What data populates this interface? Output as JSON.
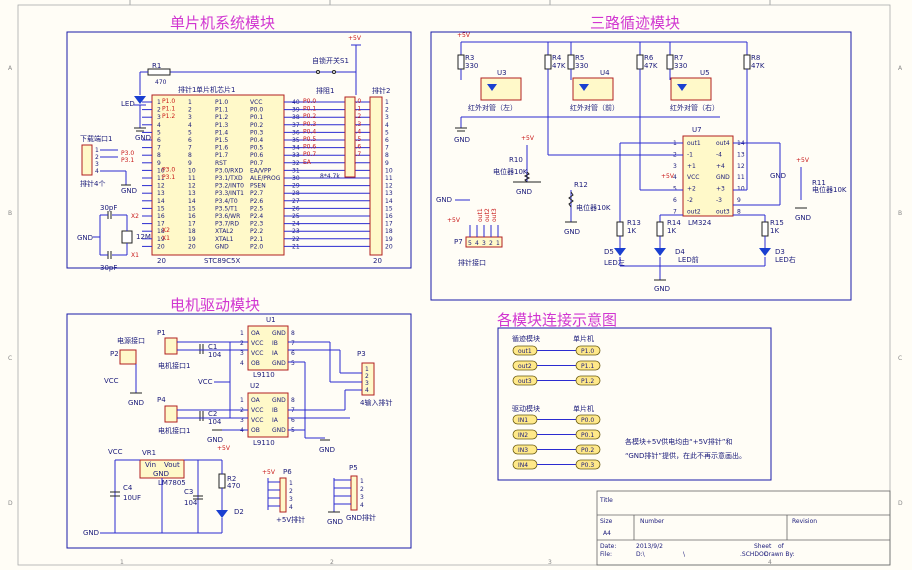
{
  "titles": {
    "mcu": "单片机系统模块",
    "track": "三路循迹模块",
    "motor": "电机驱动模块",
    "connect": "各模块连接示意图"
  },
  "mcu": {
    "chip_label": "单片机芯片1",
    "chip_part": "STC89C5X",
    "header1": "排针1",
    "header2": "排针2",
    "header3": "排阻1",
    "header_right": "排针2",
    "download_port": "下载端口1",
    "header4": "排针4个",
    "r1": "R1",
    "r1_val": "470",
    "led": "LED",
    "switch": "自锁开关S1",
    "plus5v": "+5V",
    "gnd": "GND",
    "rp": "8*4.7k",
    "x2": "X2",
    "x1": "X1",
    "c30a": "30pF",
    "c30b": "30pF",
    "crystal": "12M",
    "left_pins": [
      "P1.0",
      "P1.1",
      "P1.2",
      "P1.3",
      "P1.4",
      "P1.5",
      "P1.6",
      "P1.7",
      "RST",
      "P3.0/RXD",
      "P3.1/TXD",
      "P3.2/INT0",
      "P3.3/INT1",
      "P3.4/T0",
      "P3.5/T1",
      "P3.6/WR",
      "P3.7/RD",
      "XTAL2",
      "XTAL1",
      "GND"
    ],
    "right_pins": [
      "VCC",
      "P0.0",
      "P0.1",
      "P0.2",
      "P0.3",
      "P0.4",
      "P0.5",
      "P0.6",
      "P0.7",
      "EA/VPP",
      "ALE/PROG",
      "PSEN",
      "P2.7",
      "P2.6",
      "P2.5",
      "P2.4",
      "P2.3",
      "P2.2",
      "P2.1",
      "P2.0"
    ],
    "left_nums": [
      "1",
      "2",
      "3",
      "4",
      "5",
      "6",
      "7",
      "8",
      "9",
      "10",
      "11",
      "12",
      "13",
      "14",
      "15",
      "16",
      "17",
      "18",
      "19",
      "20"
    ],
    "right_nums": [
      "40",
      "39",
      "38",
      "37",
      "36",
      "35",
      "34",
      "33",
      "32",
      "31",
      "30",
      "29",
      "28",
      "27",
      "26",
      "25",
      "24",
      "23",
      "22",
      "21"
    ],
    "left_nets": [
      "P1.0",
      "P1.1",
      "P1.2",
      "",
      "",
      "",
      "",
      "",
      "",
      "P3.0",
      "P3.1",
      "",
      "",
      "",
      "",
      "",
      "",
      "X2",
      "X1",
      ""
    ],
    "right_nets": [
      "P0.0",
      "P0.1",
      "P0.2",
      "P0.3",
      "P0.4",
      "P0.5",
      "P0.6",
      "P0.7",
      "EA"
    ],
    "dl_nets": [
      "P3.0",
      "P3.1"
    ],
    "dl_nums": [
      "1",
      "2",
      "3",
      "4"
    ],
    "hdr_nums": [
      "1",
      "2",
      "3",
      "4",
      "5",
      "6",
      "7",
      "8",
      "9",
      "10",
      "11",
      "12",
      "13",
      "14",
      "15",
      "16",
      "17",
      "18",
      "19",
      "20"
    ],
    "pin_total": "20"
  },
  "track": {
    "r3": "R3",
    "r3v": "330",
    "r4": "R4",
    "r4v": "47K",
    "r5": "R5",
    "r5v": "330",
    "r6": "R6",
    "r6v": "47K",
    "r7": "R7",
    "r7v": "330",
    "r8": "R8",
    "r8v": "47K",
    "u3": "U3",
    "u4": "U4",
    "u5": "U5",
    "ir_left": "红外对管（左）",
    "ir_mid": "红外对管（前）",
    "ir_right": "红外对管（右）",
    "gnd": "GND",
    "plus5v": "+5V",
    "r10": "R10",
    "pot10": "电位器10K",
    "r12": "R12",
    "pot12": "电位器10K",
    "r11": "R11",
    "pot11": "电位器10K",
    "u7": "U7",
    "lm324": "LM324",
    "lm_left": [
      "out1",
      "-1",
      "+1",
      "VCC",
      "+2",
      "-2",
      "out2"
    ],
    "lm_right": [
      "out4",
      "-4",
      "+4",
      "GND",
      "+3",
      "-3",
      "out3"
    ],
    "lm_lnum": [
      "1",
      "2",
      "3",
      "4",
      "5",
      "6",
      "7"
    ],
    "lm_rnum": [
      "14",
      "13",
      "12",
      "11",
      "10",
      "9",
      "8"
    ],
    "r13": "R13",
    "r13v": "1K",
    "r14": "R14",
    "r14v": "1K",
    "r15": "R15",
    "r15v": "1K",
    "d5": "D5",
    "d5l": "LED左",
    "d4": "D4",
    "d4l": "LED前",
    "d3": "D3",
    "d3l": "LED右",
    "p7": "P7",
    "p7label": "排针接口",
    "p7pins": [
      "5",
      "4",
      "3",
      "2",
      "1"
    ],
    "p7nets": [
      "out1",
      "out2",
      "out3"
    ]
  },
  "motor": {
    "p1": "P1",
    "p1l": "电机接口1",
    "p2": "P2",
    "p2l": "电源接口",
    "p4": "P4",
    "p4l": "电机接口1",
    "u1": "U1",
    "u2": "U2",
    "l9110": "L9110",
    "u_left": [
      "OA",
      "VCC",
      "VCC",
      "OB"
    ],
    "u_right": [
      "GND",
      "IB",
      "IA",
      "GND"
    ],
    "c1": "C1",
    "c1v": "104",
    "c2": "C2",
    "c2v": "104",
    "vcc": "VCC",
    "gnd": "GND",
    "p3": "P3",
    "p3l": "4输入排针",
    "vr1": "VR1",
    "vin": "Vin",
    "vout": "Vout",
    "vr_gnd": "GND",
    "lm7805": "LM7805",
    "c4": "C4",
    "c4v": "10UF",
    "c3": "C3",
    "c3v": "104",
    "r2": "R2",
    "r2v": "470",
    "d2": "D2",
    "plus5v": "+5V",
    "p6": "P6",
    "p6l": "+5V排针",
    "p5": "P5",
    "p5l": "GND排针",
    "nums": [
      "1",
      "2",
      "3",
      "4"
    ]
  },
  "connect": {
    "track_header": "循迹模块",
    "mcu_header": "单片机",
    "track_rows": [
      [
        "out1",
        "P1.0"
      ],
      [
        "out2",
        "P1.1"
      ],
      [
        "out3",
        "P1.2"
      ]
    ],
    "drive_header": "驱动模块",
    "mcu_header2": "单片机",
    "drive_rows": [
      [
        "IN1",
        "P0.0"
      ],
      [
        "IN2",
        "P0.1"
      ],
      [
        "IN3",
        "P0.2"
      ],
      [
        "IN4",
        "P0.3"
      ]
    ],
    "note1": "各模块+5V供电均由“+5V排针”和",
    "note2": "“GND排针”提供，在此不再示意画出。"
  },
  "titleblock": {
    "title": "Title",
    "size": "Size",
    "size_val": "A4",
    "number": "Number",
    "revision": "Revision",
    "date": "Date:",
    "date_val": "2013/9/2",
    "file": "File:",
    "file_val": "D:\\",
    "file_mid": "\\",
    "file_end": ".SCHDOC",
    "sheet": "Sheet",
    "of": "of",
    "drawn": "Drawn By:"
  },
  "frame": {
    "top_nums": [
      "1",
      "2",
      "3",
      "4"
    ],
    "side_letters": [
      "A",
      "B",
      "C",
      "D"
    ]
  }
}
